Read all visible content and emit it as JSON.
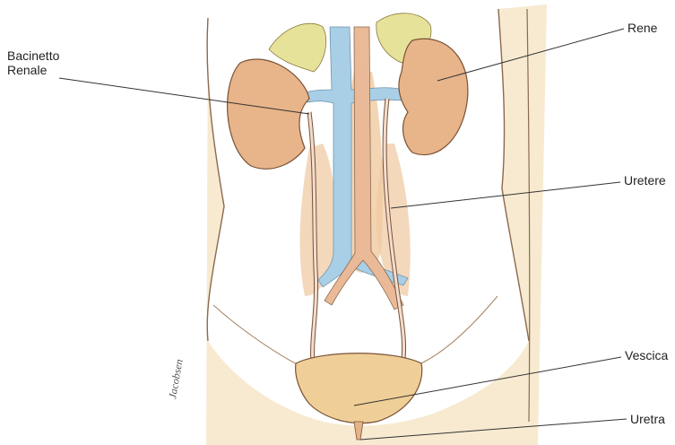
{
  "labels": {
    "bacinetto_line1": "Bacinetto",
    "bacinetto_line2": "Renale",
    "rene": "Rene",
    "uretere": "Uretere",
    "vescica": "Vescica",
    "uretra": "Uretra"
  },
  "signature": "Jacobsen",
  "colors": {
    "skin": "#f6e6c8",
    "kidney": "#e8b48a",
    "vein": "#a9cfe6",
    "adrenal": "#e6e29a",
    "bladder": "#efcf97",
    "outline": "#6b4a33"
  }
}
